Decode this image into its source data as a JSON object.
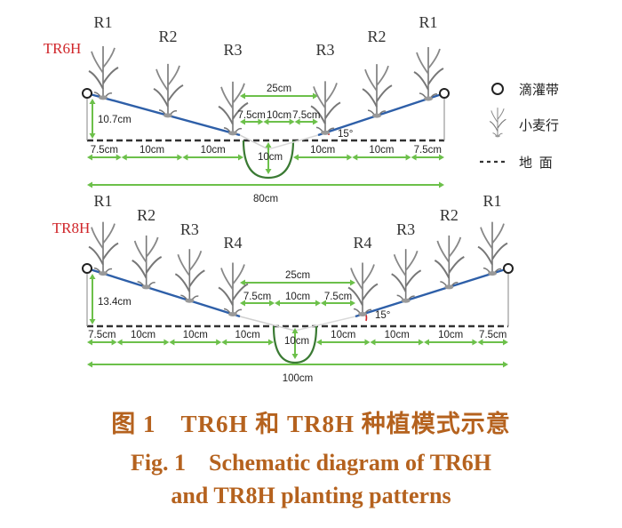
{
  "legend": {
    "drip": "滴灌带",
    "wheat": "小麦行",
    "ground": "地 面"
  },
  "tr6h": {
    "title": "TR6H",
    "rows_left": [
      "R1",
      "R2",
      "R3"
    ],
    "rows_right": [
      "R3",
      "R2",
      "R1"
    ],
    "top_width": "25cm",
    "height": "10.7cm",
    "inner_left": "7.5cm",
    "inner_mid": "10cm",
    "inner_right": "7.5cm",
    "angle": "15°",
    "furrow_depth": "10cm",
    "bottom_left": [
      "7.5cm",
      "10cm",
      "10cm"
    ],
    "bottom_right": [
      "10cm",
      "10cm",
      "7.5cm"
    ],
    "total": "80cm"
  },
  "tr8h": {
    "title": "TR8H",
    "rows_left": [
      "R1",
      "R2",
      "R3",
      "R4"
    ],
    "rows_right": [
      "R4",
      "R3",
      "R2",
      "R1"
    ],
    "top_width": "25cm",
    "height": "13.4cm",
    "inner_left": "7.5cm",
    "inner_mid": "10cm",
    "inner_right": "7.5cm",
    "angle": "15°",
    "furrow_depth": "10cm",
    "bottom_left": [
      "7.5cm",
      "10cm",
      "10cm",
      "10cm"
    ],
    "bottom_right": [
      "10cm",
      "10cm",
      "10cm",
      "7.5cm"
    ],
    "total": "100cm"
  },
  "caption": {
    "cn": "图 1　TR6H 和 TR8H 种植模式示意",
    "en_line1": "Fig. 1　Schematic diagram of TR6H",
    "en_line2": "and TR8H planting patterns"
  },
  "colors": {
    "ridge": "#2e5fa8",
    "dim": "#6cc04a",
    "title": "#d0262a",
    "furrow": "#3a7a33",
    "caption": "#b5621e",
    "ground": "#333333"
  }
}
